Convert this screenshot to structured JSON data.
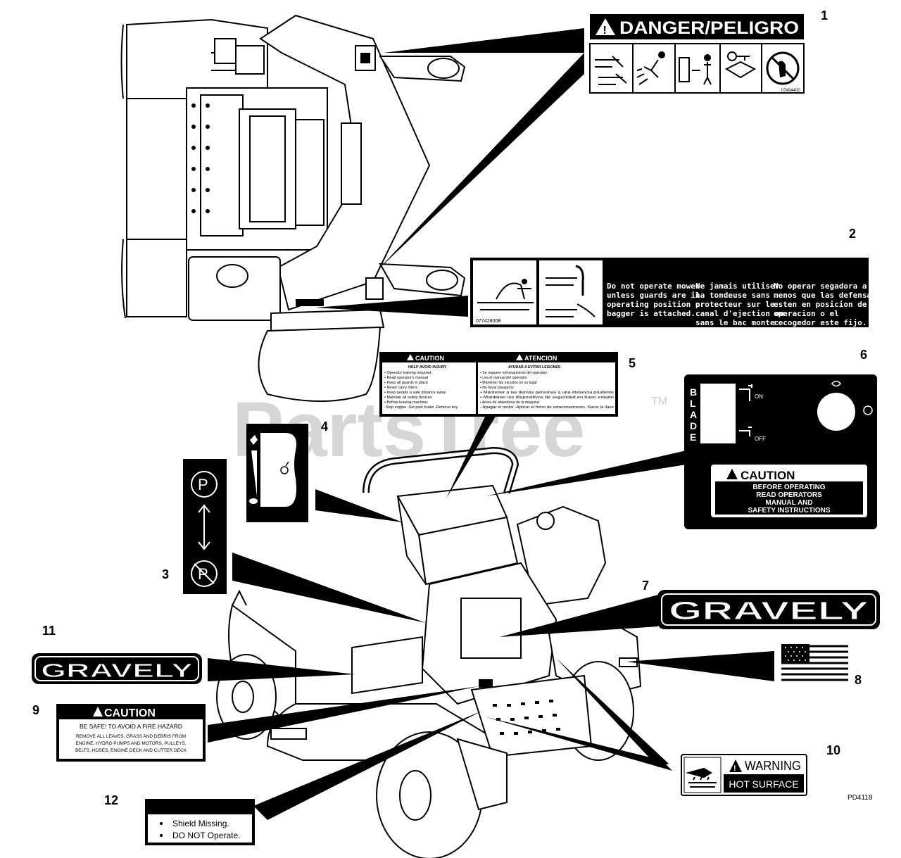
{
  "callouts": [
    "1",
    "2",
    "3",
    "4",
    "5",
    "6",
    "7",
    "8",
    "9",
    "10",
    "11",
    "12"
  ],
  "watermark": "PartsTree",
  "trademark": "TM",
  "figure_code": "PD4118",
  "decal1": {
    "title": "DANGER/PELIGRO",
    "part": "07494400"
  },
  "decal2": {
    "part": "07742800B",
    "en": [
      "Do not operate mower",
      "unless guards are in",
      "operating position or",
      "bagger is attached."
    ],
    "fr": [
      "Ne jamais utiliser",
      "la tondeuse sans",
      "protecteur sur le",
      "canal d'ejection ou",
      "sans le bac monte."
    ],
    "es": [
      "No operar segadora a",
      "menos que las defensas",
      "esten en posicion de",
      "operacion o el",
      "recogedor este fijo."
    ]
  },
  "decal5": {
    "left_head": "CAUTION",
    "left_sub": "HELP AVOID INJURY",
    "left_lines": [
      "• Operator training required",
      "• Read operator's manual",
      "• Keep all guards in place",
      "• Never carry riders",
      "• Keep people a safe distance away",
      "• Maintain all safety devices",
      "• Before leaving machine:",
      "  -Stop engine  -Set park brake  -Remove key"
    ],
    "right_head": "ATENCION",
    "right_sub": "AYUDAR A EVITAR LESIONES",
    "right_lines": [
      "• Se requiere entrenamiento del operador",
      "• Lea el manual del operador",
      "• Mantener las escudos en su lugar",
      "• No llevar pasajeros",
      "• Mantener a las demás personas a una distancia prudente",
      "• Mantener los dispositivos de seguridad en buen estado",
      "• Antes de abandonar de la máquina:",
      "  - Apagar el motor -Aplicar el freno de estacionamiento -Sacar la llave"
    ]
  },
  "decal6": {
    "blade_letters": [
      "B",
      "L",
      "A",
      "D",
      "E"
    ],
    "on": "ON",
    "off": "OFF",
    "caution": "CAUTION",
    "lines": [
      "BEFORE OPERATING",
      "READ OPERATORS",
      "MANUAL AND",
      "SAFETY INSTRUCTIONS"
    ]
  },
  "decal7": {
    "brand": "GRAVELY"
  },
  "decal11": {
    "brand": "GRAVELY"
  },
  "decal9": {
    "caution": "CAUTION",
    "headline": "BE SAFE! TO AVOID A FIRE HAZARD",
    "lines": [
      "REMOVE ALL LEAVES, GRASS AND DEBRIS FROM",
      "ENGINE, HYDRO PUMPS AND MOTORS, PULLEYS,",
      "BELTS, HOSES, ENGINE DECK AND CUTTER DECK"
    ]
  },
  "decal10": {
    "warning": "WARNING",
    "hot": "HOT SURFACE"
  },
  "decal12": {
    "lines": [
      "Shield Missing.",
      "DO NOT Operate."
    ]
  },
  "decal3": {
    "top": "P"
  },
  "colors": {
    "ink": "#000000",
    "paper": "#ffffff",
    "watermark": "#d9d9d9"
  }
}
